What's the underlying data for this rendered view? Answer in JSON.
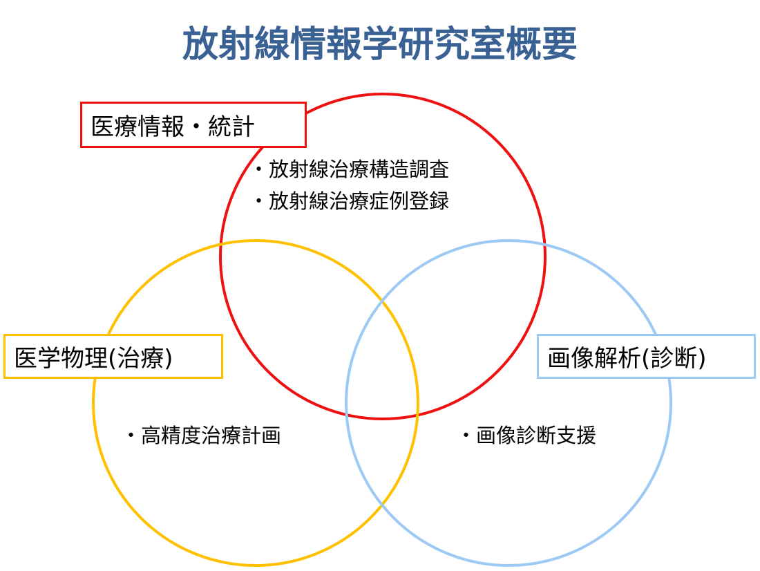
{
  "title": "放射線情報学研究室概要",
  "colors": {
    "title": "#3a6193",
    "info": "#ee1111",
    "physics": "#ffc000",
    "imaging": "#9dc9f5"
  },
  "groups": {
    "info": {
      "label": "医療情報・統計",
      "items": [
        "・放射線治療構造調査",
        "・放射線治療症例登録"
      ]
    },
    "physics": {
      "label": "医学物理(治療)",
      "items": [
        "・高精度治療計画"
      ]
    },
    "imaging": {
      "label": "画像解析(診断)",
      "items": [
        "・画像診断支援"
      ]
    }
  }
}
